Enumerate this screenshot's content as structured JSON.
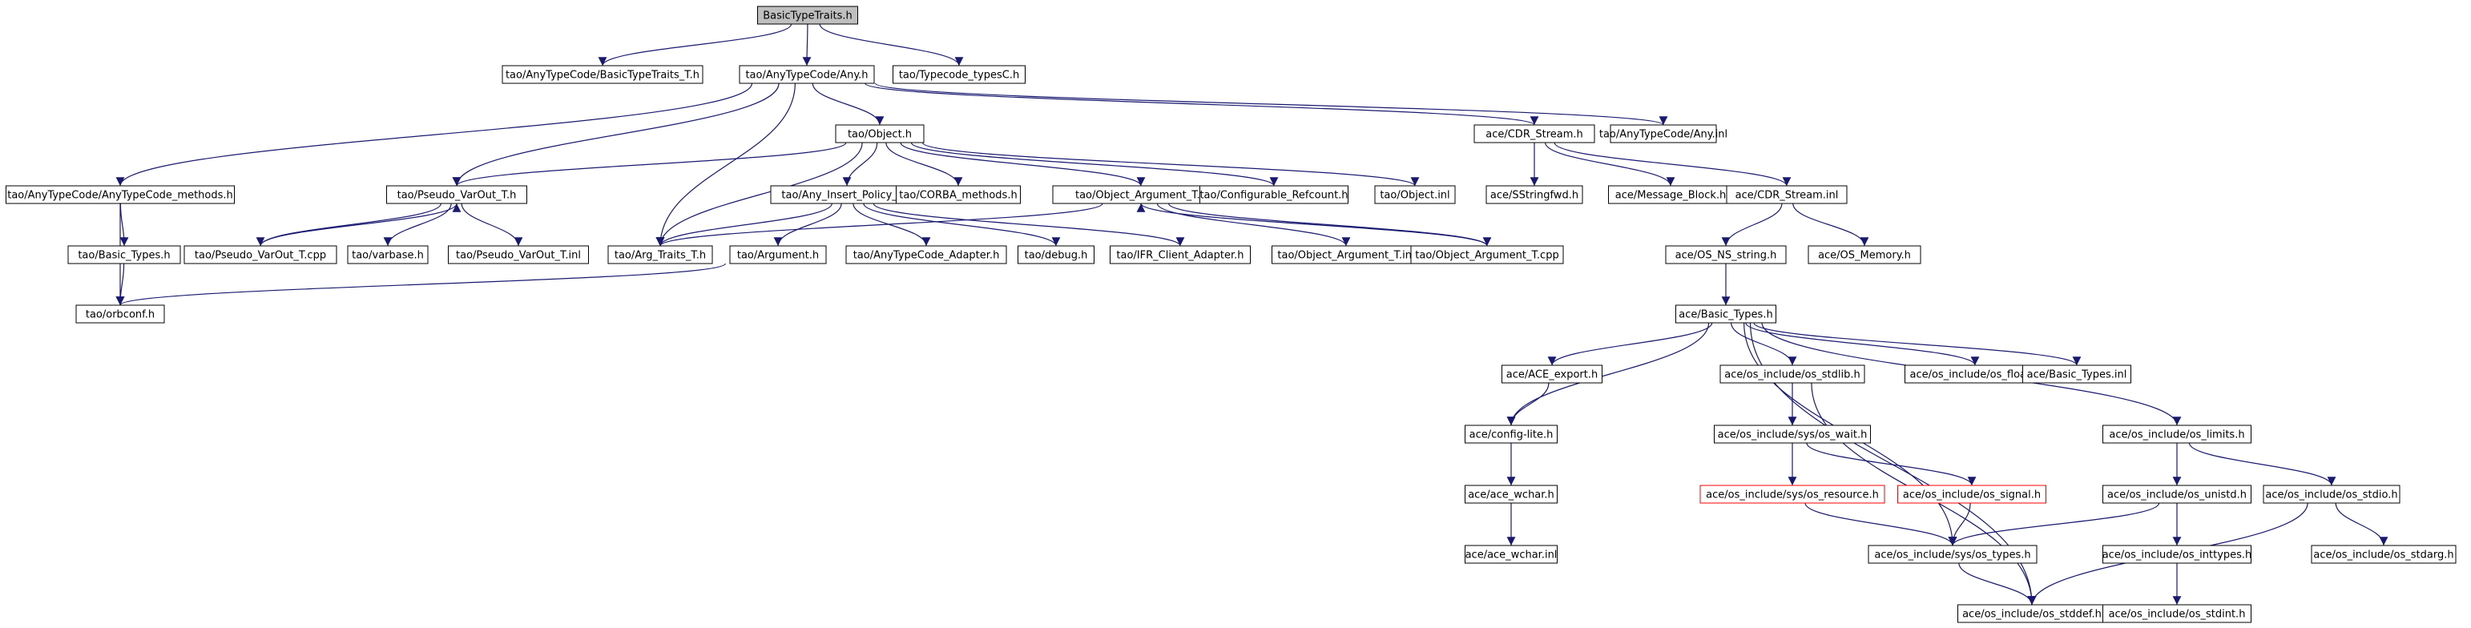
{
  "title": "BasicTypeTraits.h",
  "colors": {
    "edge": "#191970",
    "node_border": "#000000",
    "missing_border": "#ff0000",
    "root_fill": "#bfbfbf"
  },
  "nodes": [
    {
      "id": "n0",
      "label": "BasicTypeTraits.h",
      "kind": "root"
    },
    {
      "id": "n1",
      "label": "tao/AnyTypeCode/BasicTypeTraits_T.h"
    },
    {
      "id": "n2",
      "label": "tao/AnyTypeCode/Any.h"
    },
    {
      "id": "n3",
      "label": "tao/Typecode_typesC.h"
    },
    {
      "id": "n4",
      "label": "tao/Object.h"
    },
    {
      "id": "n5",
      "label": "ace/CDR_Stream.h"
    },
    {
      "id": "n6",
      "label": "tao/AnyTypeCode/Any.inl"
    },
    {
      "id": "n7",
      "label": "tao/AnyTypeCode/AnyTypeCode_methods.h"
    },
    {
      "id": "n8",
      "label": "tao/Pseudo_VarOut_T.h"
    },
    {
      "id": "n9",
      "label": "tao/Any_Insert_Policy_T.h"
    },
    {
      "id": "n10",
      "label": "tao/CORBA_methods.h"
    },
    {
      "id": "n11",
      "label": "tao/Object_Argument_T.h"
    },
    {
      "id": "n12",
      "label": "tao/Configurable_Refcount.h"
    },
    {
      "id": "n13",
      "label": "tao/Object.inl"
    },
    {
      "id": "n14",
      "label": "ace/SStringfwd.h"
    },
    {
      "id": "n15",
      "label": "ace/Message_Block.h"
    },
    {
      "id": "n16",
      "label": "ace/CDR_Stream.inl"
    },
    {
      "id": "n17",
      "label": "tao/Basic_Types.h"
    },
    {
      "id": "n18",
      "label": "tao/Pseudo_VarOut_T.cpp"
    },
    {
      "id": "n19",
      "label": "tao/varbase.h"
    },
    {
      "id": "n20",
      "label": "tao/Pseudo_VarOut_T.inl"
    },
    {
      "id": "n21",
      "label": "tao/Arg_Traits_T.h"
    },
    {
      "id": "n22",
      "label": "tao/Argument.h"
    },
    {
      "id": "n23",
      "label": "tao/AnyTypeCode_Adapter.h"
    },
    {
      "id": "n24",
      "label": "tao/debug.h"
    },
    {
      "id": "n25",
      "label": "tao/IFR_Client_Adapter.h"
    },
    {
      "id": "n26",
      "label": "tao/Object_Argument_T.inl"
    },
    {
      "id": "n27",
      "label": "tao/Object_Argument_T.cpp"
    },
    {
      "id": "n28",
      "label": "ace/OS_NS_string.h"
    },
    {
      "id": "n29",
      "label": "ace/OS_Memory.h"
    },
    {
      "id": "n30",
      "label": "tao/orbconf.h"
    },
    {
      "id": "n31",
      "label": "ace/Basic_Types.h"
    },
    {
      "id": "n32",
      "label": "ace/ACE_export.h"
    },
    {
      "id": "n33",
      "label": "ace/os_include/os_stdlib.h"
    },
    {
      "id": "n34",
      "label": "ace/os_include/os_float.h"
    },
    {
      "id": "n35",
      "label": "ace/Basic_Types.inl"
    },
    {
      "id": "n36",
      "label": "ace/config-lite.h"
    },
    {
      "id": "n37",
      "label": "ace/os_include/sys/os_wait.h"
    },
    {
      "id": "n38",
      "label": "ace/os_include/os_limits.h"
    },
    {
      "id": "n39",
      "label": "ace/ace_wchar.h"
    },
    {
      "id": "n40",
      "label": "ace/os_include/sys/os_resource.h",
      "kind": "missing"
    },
    {
      "id": "n41",
      "label": "ace/os_include/os_signal.h",
      "kind": "missing"
    },
    {
      "id": "n42",
      "label": "ace/os_include/os_unistd.h"
    },
    {
      "id": "n43",
      "label": "ace/os_include/os_stdio.h"
    },
    {
      "id": "n44",
      "label": "ace/ace_wchar.inl"
    },
    {
      "id": "n45",
      "label": "ace/os_include/sys/os_types.h"
    },
    {
      "id": "n46",
      "label": "ace/os_include/os_inttypes.h"
    },
    {
      "id": "n47",
      "label": "ace/os_include/os_stdarg.h"
    },
    {
      "id": "n48",
      "label": "ace/os_include/os_stddef.h"
    },
    {
      "id": "n49",
      "label": "ace/os_include/os_stdint.h"
    }
  ],
  "edges": [
    [
      "n0",
      "n1"
    ],
    [
      "n0",
      "n2"
    ],
    [
      "n0",
      "n3"
    ],
    [
      "n2",
      "n4"
    ],
    [
      "n2",
      "n5"
    ],
    [
      "n2",
      "n6"
    ],
    [
      "n2",
      "n7"
    ],
    [
      "n2",
      "n8"
    ],
    [
      "n2",
      "n21"
    ],
    [
      "n4",
      "n8"
    ],
    [
      "n4",
      "n9"
    ],
    [
      "n4",
      "n10"
    ],
    [
      "n4",
      "n11"
    ],
    [
      "n4",
      "n12"
    ],
    [
      "n4",
      "n13"
    ],
    [
      "n4",
      "n21"
    ],
    [
      "n5",
      "n14"
    ],
    [
      "n5",
      "n15"
    ],
    [
      "n5",
      "n16"
    ],
    [
      "n7",
      "n17"
    ],
    [
      "n7",
      "n30"
    ],
    [
      "n17",
      "n30"
    ],
    [
      "n8",
      "n18"
    ],
    [
      "n8",
      "n19"
    ],
    [
      "n8",
      "n20"
    ],
    [
      "n18",
      "n8"
    ],
    [
      "n9",
      "n21"
    ],
    [
      "n9",
      "n22"
    ],
    [
      "n9",
      "n23"
    ],
    [
      "n9",
      "n24"
    ],
    [
      "n9",
      "n25"
    ],
    [
      "n11",
      "n21"
    ],
    [
      "n11",
      "n26"
    ],
    [
      "n11",
      "n27"
    ],
    [
      "n27",
      "n11"
    ],
    [
      "n22",
      "n30"
    ],
    [
      "n16",
      "n28"
    ],
    [
      "n16",
      "n29"
    ],
    [
      "n28",
      "n31"
    ],
    [
      "n31",
      "n32"
    ],
    [
      "n31",
      "n33"
    ],
    [
      "n31",
      "n34"
    ],
    [
      "n31",
      "n35"
    ],
    [
      "n31",
      "n36"
    ],
    [
      "n31",
      "n38"
    ],
    [
      "n31",
      "n45"
    ],
    [
      "n31",
      "n48"
    ],
    [
      "n32",
      "n36"
    ],
    [
      "n36",
      "n39"
    ],
    [
      "n39",
      "n44"
    ],
    [
      "n33",
      "n37"
    ],
    [
      "n33",
      "n48"
    ],
    [
      "n37",
      "n40"
    ],
    [
      "n37",
      "n41"
    ],
    [
      "n40",
      "n45"
    ],
    [
      "n41",
      "n45"
    ],
    [
      "n38",
      "n42"
    ],
    [
      "n38",
      "n43"
    ],
    [
      "n42",
      "n45"
    ],
    [
      "n42",
      "n46"
    ],
    [
      "n46",
      "n49"
    ],
    [
      "n43",
      "n47"
    ],
    [
      "n43",
      "n48"
    ],
    [
      "n45",
      "n48"
    ]
  ]
}
